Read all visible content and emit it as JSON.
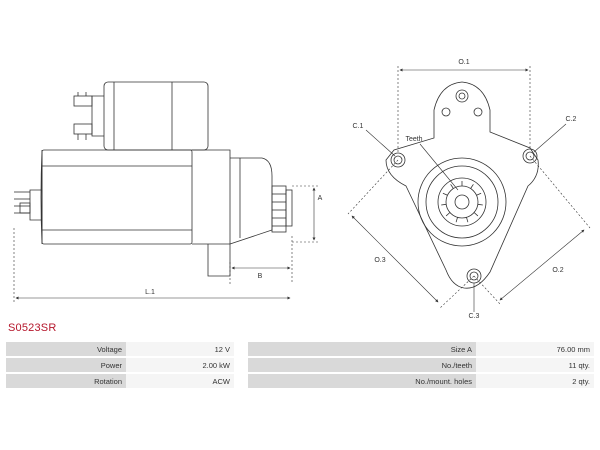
{
  "part_number": "S0523SR",
  "drawing": {
    "labels": {
      "o1": "O.1",
      "c1": "C.1",
      "c2": "C.2",
      "teeth": "Teeth",
      "a": "A",
      "b": "B",
      "l1": "L.1",
      "o3": "O.3",
      "o2": "O.2",
      "c3": "C.3"
    }
  },
  "specs": [
    {
      "label": "Voltage",
      "value": "12 V",
      "label2": "Size A",
      "value2": "76.00 mm"
    },
    {
      "label": "Power",
      "value": "2.00 kW",
      "label2": "No./teeth",
      "value2": "11 qty."
    },
    {
      "label": "Rotation",
      "value": "ACW",
      "label2": "No./mount. holes",
      "value2": "2 qty."
    }
  ]
}
